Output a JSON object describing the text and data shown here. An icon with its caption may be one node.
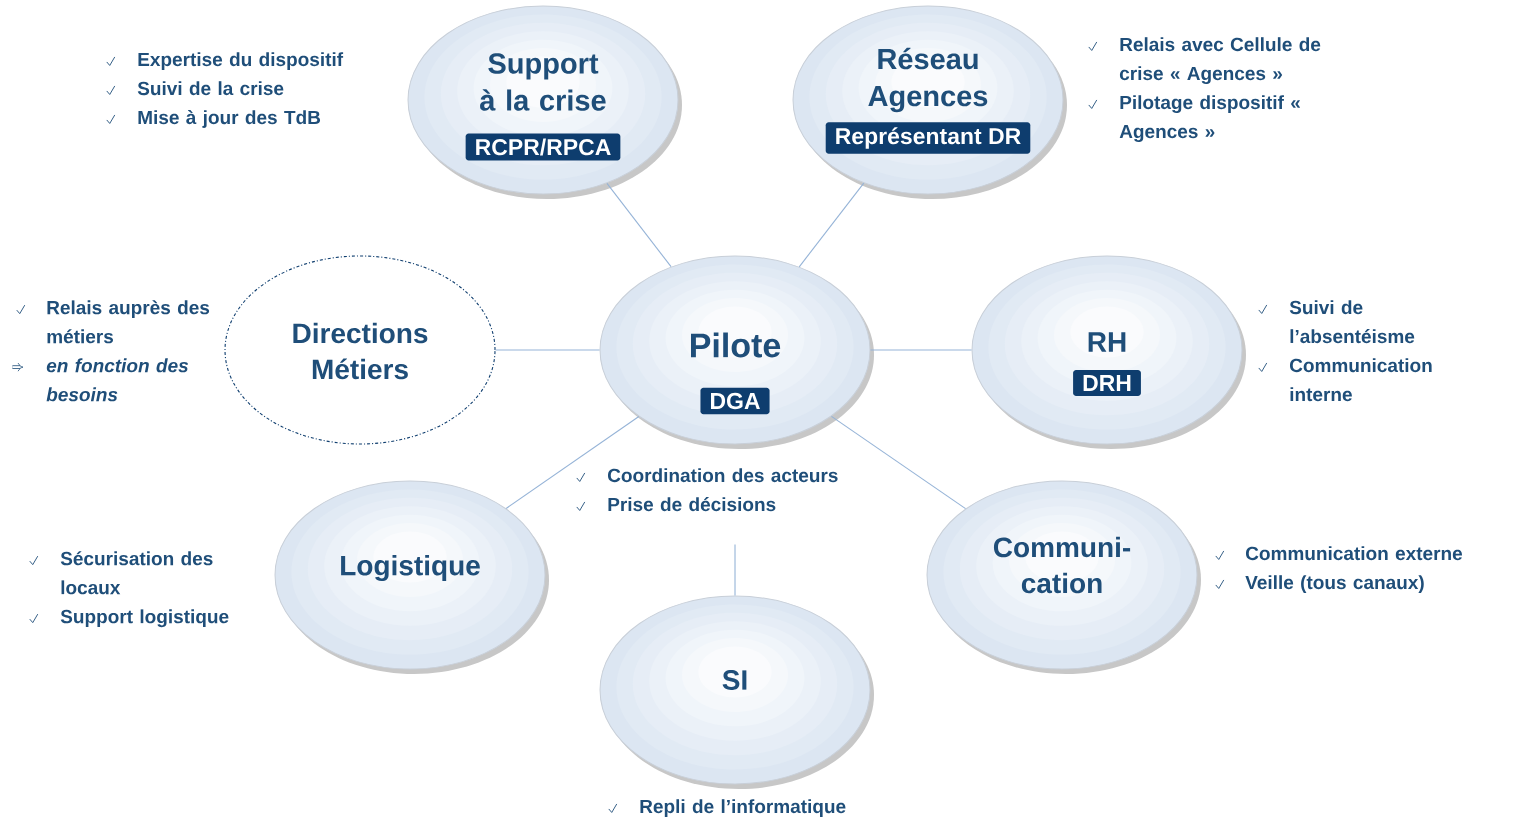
{
  "diagram": {
    "nodes": [
      {
        "text": [
          "Pilote",
          "DGA"
        ],
        "beside": [
          "Coordination des acteurs",
          "Prise de décisions"
        ]
      },
      {
        "text": [
          "Support à la crise",
          "RCPR/RPCA"
        ],
        "beside": [
          "Expertise  du dispositif",
          "Suivi de la crise",
          "Mise à jour des TdB"
        ]
      },
      {
        "text": [
          "Réseau Agences",
          "Représentant  DR"
        ],
        "beside": [
          "Relais avec Cellule de crise « Agences »",
          "Pilotage dispositif « Agences »"
        ]
      },
      {
        "text": [
          "Directions Métiers"
        ],
        "beside": [
          "Relais auprès des métiers",
          "*en fonction des besoins*"
        ]
      },
      {
        "text": [
          "RH",
          "DRH"
        ],
        "beside": [
          "Suivi de l’absentéisme",
          "Communication interne"
        ]
      },
      {
        "text": [
          "Logistique"
        ],
        "beside": [
          "Sécurisation des locaux",
          "Support logistique"
        ]
      },
      {
        "text": [
          "Communi-cation"
        ],
        "beside": [
          "Communication externe",
          "Veille (tous canaux)"
        ]
      },
      {
        "text": [
          "SI"
        ],
        "beside": [
          "Repli de l’informatique"
        ]
      }
    ],
    "edges": [
      {
        "from": 0,
        "to": 1,
        "arrow": "none"
      },
      {
        "from": 0,
        "to": 2,
        "arrow": "none"
      },
      {
        "from": 0,
        "to": 3,
        "arrow": "none"
      },
      {
        "from": 0,
        "to": 4,
        "arrow": "none"
      },
      {
        "from": 0,
        "to": 5,
        "arrow": "none"
      },
      {
        "from": 0,
        "to": 6,
        "arrow": "none"
      },
      {
        "from": 0,
        "to": 7,
        "arrow": "none"
      }
    ]
  }
}
